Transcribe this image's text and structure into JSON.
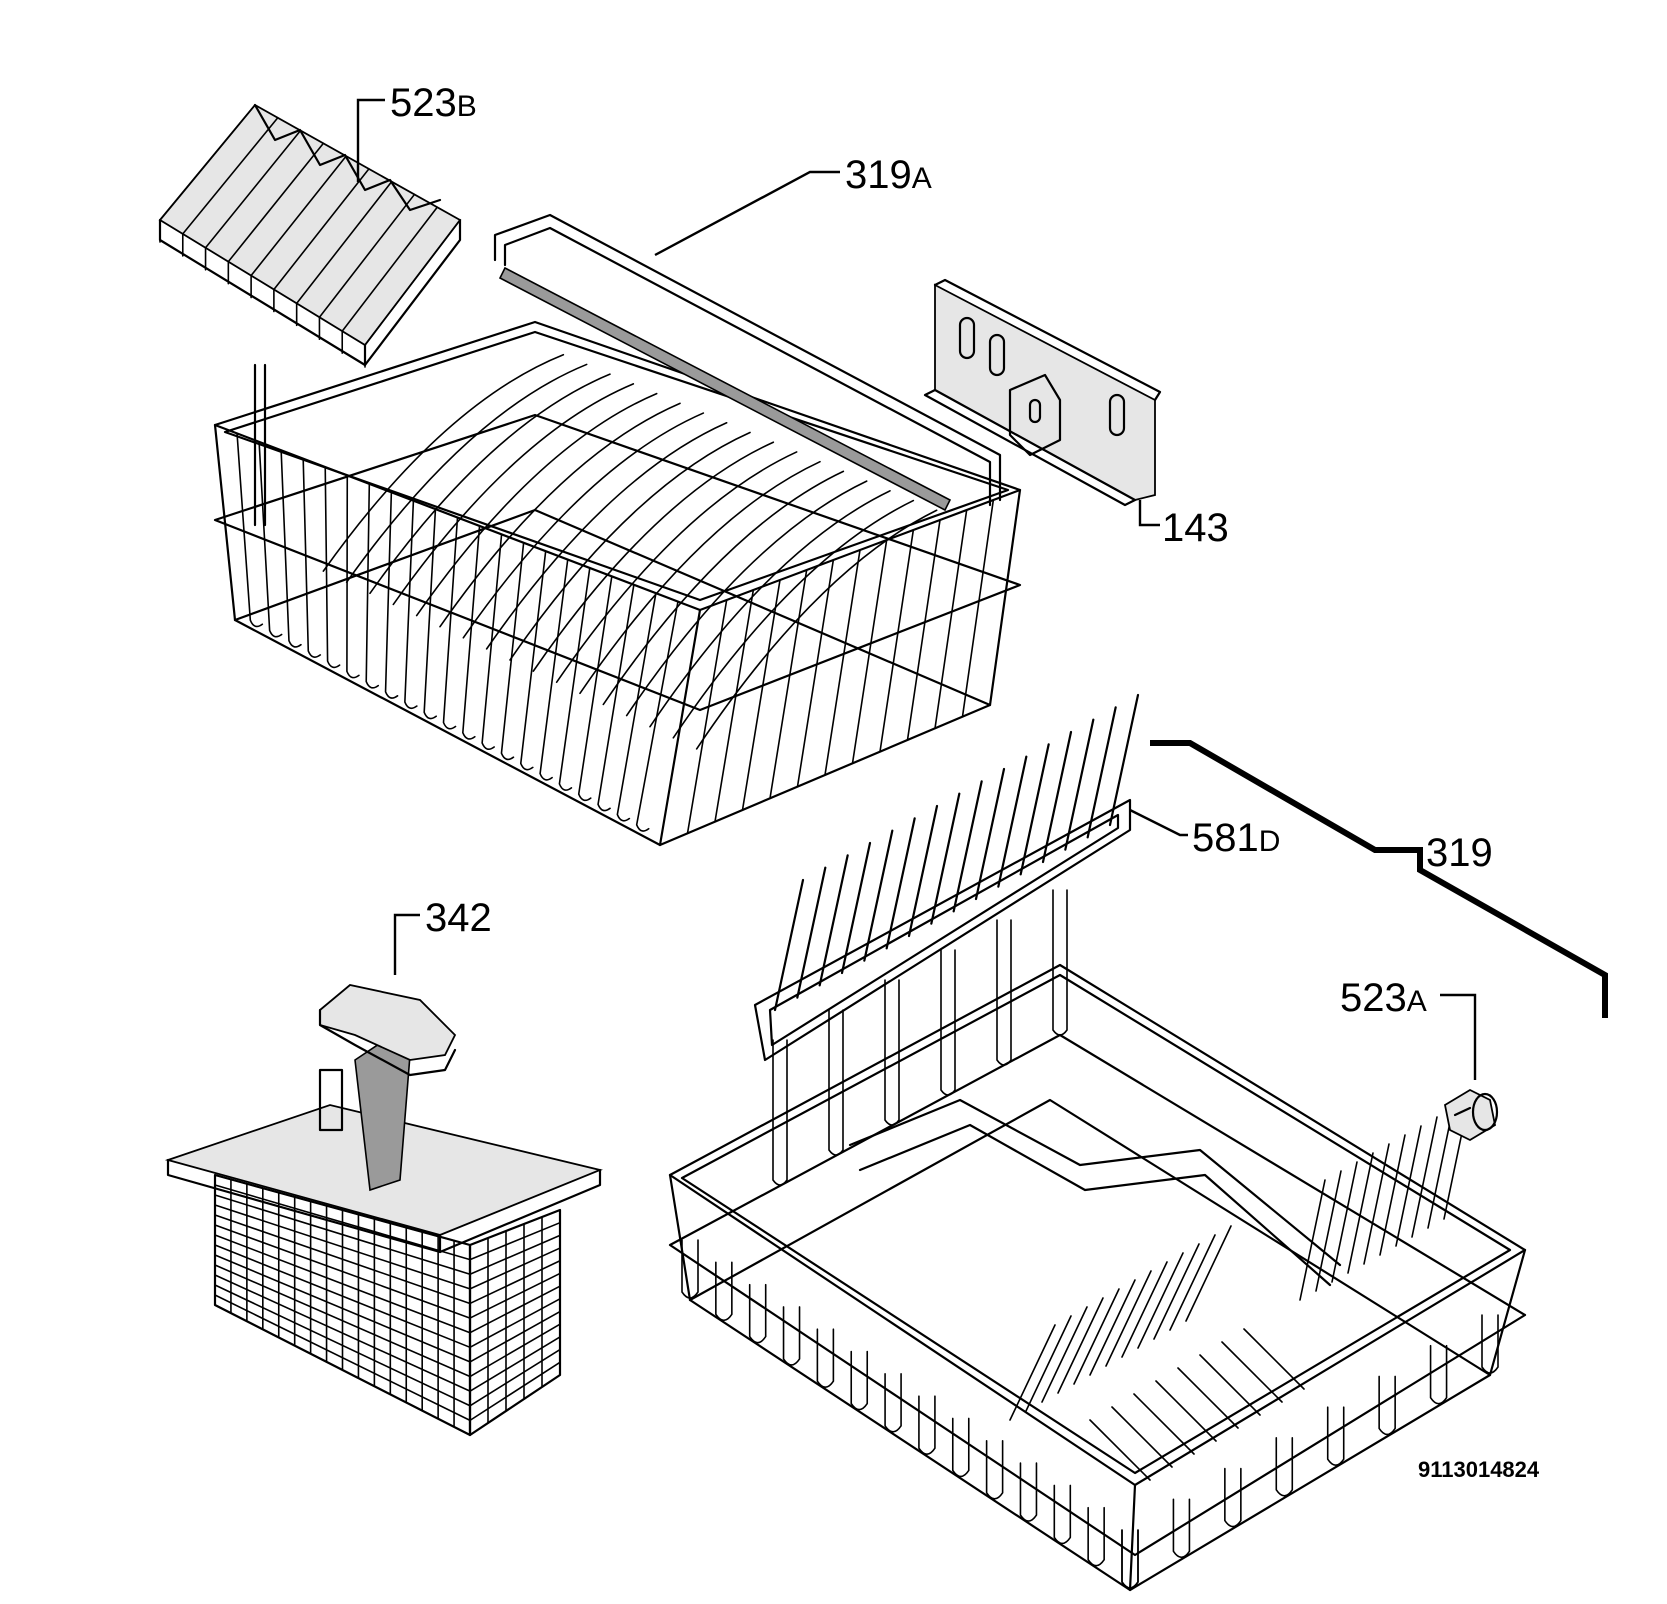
{
  "labels": {
    "p523b": {
      "num": "523",
      "suffix": "B"
    },
    "p319a": {
      "num": "319",
      "suffix": "A"
    },
    "p143": {
      "num": "143"
    },
    "p581d": {
      "num": "581",
      "suffix": "D"
    },
    "p319": {
      "num": "319"
    },
    "p342": {
      "num": "342"
    },
    "p523a": {
      "num": "523",
      "suffix": "A"
    }
  },
  "doc_number": "9113014824"
}
